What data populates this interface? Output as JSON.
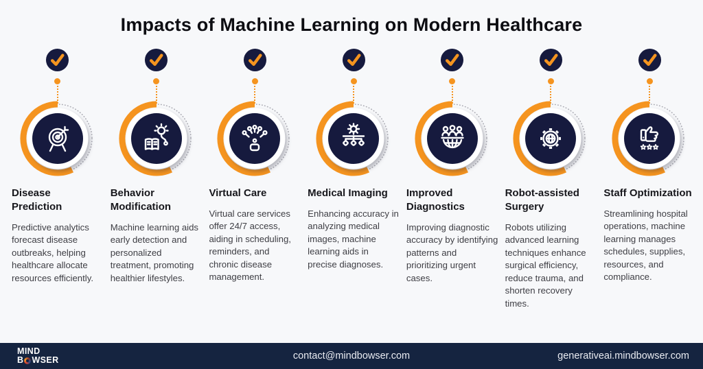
{
  "title": "Impacts of Machine Learning on Modern Healthcare",
  "items": [
    {
      "heading": "Disease Prediction",
      "description": "Predictive analytics forecast disease outbreaks, helping healthcare allocate resources efficiently.",
      "icon": "target-icon"
    },
    {
      "heading": "Behavior Modification",
      "description": "Machine learning aids early detection and personalized treatment, promoting healthier lifestyles.",
      "icon": "book-lightbulb-icon"
    },
    {
      "heading": "Virtual Care",
      "description": "Virtual care services offer 24/7 access, aiding in scheduling, reminders, and chronic disease management.",
      "icon": "network-nodes-icon"
    },
    {
      "heading": "Medical Imaging",
      "description": "Enhancing accuracy in analyzing medical images, machine learning aids in precise diagnoses.",
      "icon": "gear-hierarchy-icon"
    },
    {
      "heading": "Improved Diagnostics",
      "description": "Improving diagnostic accuracy by identifying patterns and prioritizing urgent cases.",
      "icon": "people-globe-icon"
    },
    {
      "heading": "Robot-assisted Surgery",
      "description": "Robots utilizing advanced learning techniques enhance surgical efficiency, reduce trauma, and shorten recovery times.",
      "icon": "gear-globe-icon"
    },
    {
      "heading": "Staff Optimization",
      "description": "Streamlining hospital operations, machine learning manages schedules, supplies, resources, and compliance.",
      "icon": "thumbs-up-stars-icon"
    }
  ],
  "footer": {
    "logo": {
      "line1": "MIND",
      "line2_prefix": "B",
      "line2_suffix": "WSER"
    },
    "email": "contact@mindbowser.com",
    "website": "generativeai.mindbowser.com"
  },
  "colors": {
    "navy": "#161A3E",
    "orange": "#F5941F",
    "footer_navy": "#152440",
    "background": "#F7F8FA",
    "dotted_ring_gray": "#ADADB5"
  }
}
